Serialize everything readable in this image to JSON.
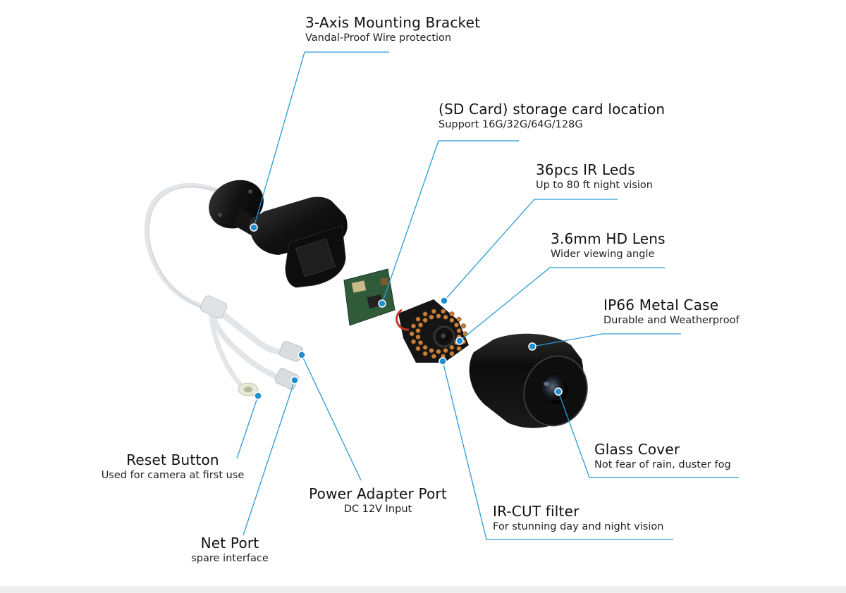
{
  "colors": {
    "leader": "#2a9bd6",
    "dot": "#1f8fd0",
    "body": "#141414",
    "cable": "#e6e9ec",
    "board_green": "#2f5b3a",
    "led_orange": "#c9803a"
  },
  "callouts": [
    {
      "id": "mounting-bracket",
      "title": "3-Axis Mounting Bracket",
      "subtitle": "Vandal-Proof Wire protection"
    },
    {
      "id": "sd-card",
      "title": "(SD Card) storage card location",
      "subtitle": "Support 16G/32G/64G/128G"
    },
    {
      "id": "ir-leds",
      "title": "36pcs IR Leds",
      "subtitle": "Up to 80 ft night vision"
    },
    {
      "id": "hd-lens",
      "title": "3.6mm HD Lens",
      "subtitle": "Wider viewing angle"
    },
    {
      "id": "metal-case",
      "title": "IP66 Metal Case",
      "subtitle": "Durable and Weatherproof"
    },
    {
      "id": "glass-cover",
      "title": "Glass Cover",
      "subtitle": "Not fear of rain, duster fog"
    },
    {
      "id": "ir-cut",
      "title": "IR-CUT filter",
      "subtitle": "For stunning day and night vision"
    },
    {
      "id": "power-port",
      "title": "Power Adapter Port",
      "subtitle": "DC 12V Input"
    },
    {
      "id": "reset-button",
      "title": "Reset Button",
      "subtitle": "Used for camera at first use"
    },
    {
      "id": "net-port",
      "title": "Net Port",
      "subtitle": "spare interface"
    }
  ]
}
